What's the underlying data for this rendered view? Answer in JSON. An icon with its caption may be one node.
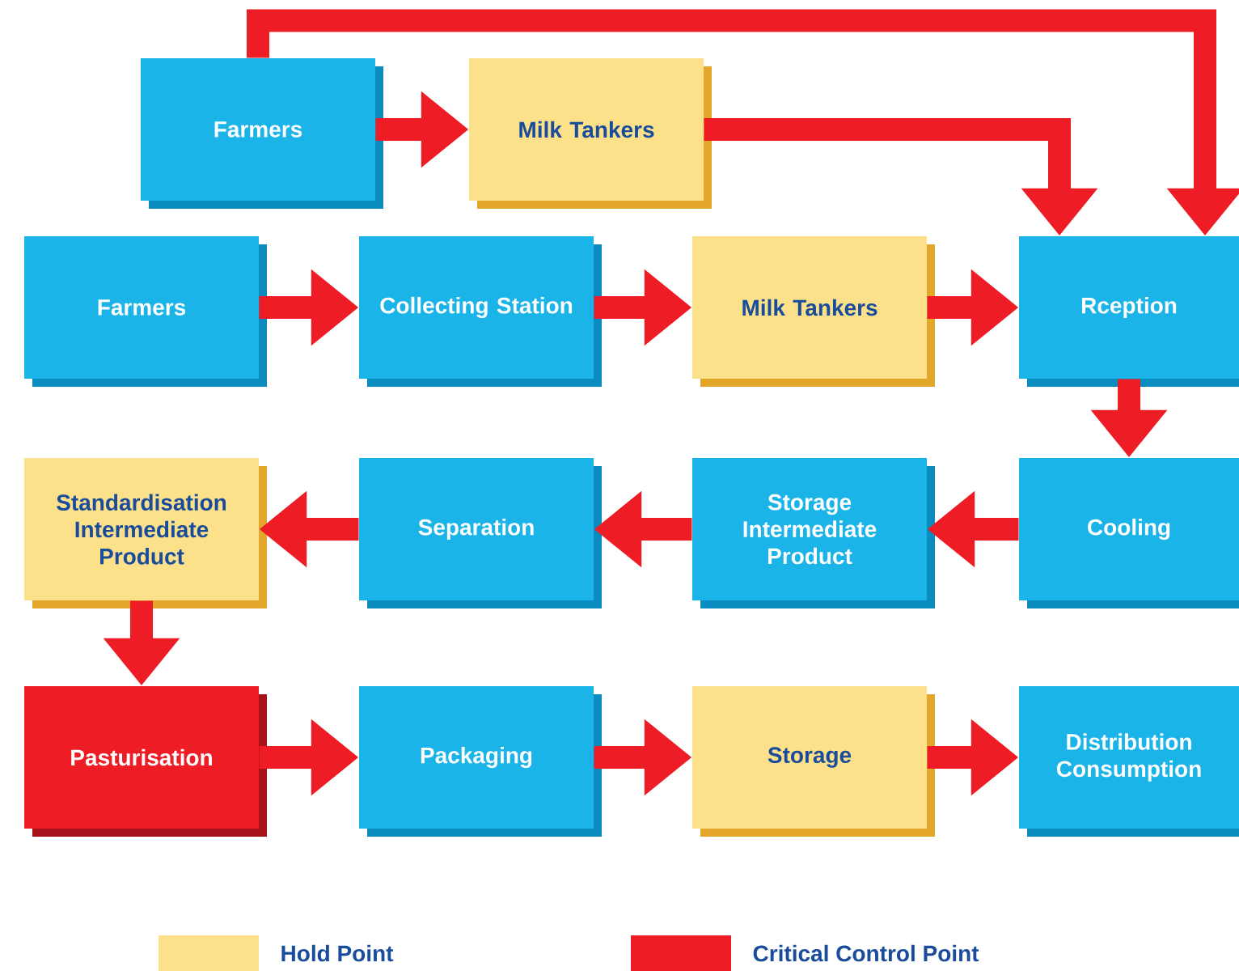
{
  "diagram": {
    "nodes": [
      {
        "text": [
          "Farmers"
        ]
      },
      {
        "text": [
          "Milk Tankers"
        ]
      },
      {
        "text": [
          "Farmers"
        ]
      },
      {
        "text": [
          "Collecting Station"
        ]
      },
      {
        "text": [
          "Milk Tankers"
        ]
      },
      {
        "text": [
          "Rception"
        ]
      },
      {
        "text": [
          "Standardisation Intermediate Product"
        ]
      },
      {
        "text": [
          "Separation"
        ]
      },
      {
        "text": [
          "Storage Intermediate Product"
        ]
      },
      {
        "text": [
          "Cooling"
        ]
      },
      {
        "text": [
          "Pasturisation"
        ]
      },
      {
        "text": [
          "Packaging"
        ]
      },
      {
        "text": [
          "Storage"
        ]
      },
      {
        "text": [
          "Distribution Consumption"
        ]
      }
    ],
    "edges": [
      {
        "from": 0,
        "to": 1,
        "arrow": "to"
      },
      {
        "from": 1,
        "to": 5,
        "arrow": "to"
      },
      {
        "from": 0,
        "to": 5,
        "arrow": "to"
      },
      {
        "from": 2,
        "to": 3,
        "arrow": "to"
      },
      {
        "from": 3,
        "to": 4,
        "arrow": "to"
      },
      {
        "from": 4,
        "to": 5,
        "arrow": "to"
      },
      {
        "from": 5,
        "to": 9,
        "arrow": "to"
      },
      {
        "from": 9,
        "to": 8,
        "arrow": "to"
      },
      {
        "from": 8,
        "to": 7,
        "arrow": "to"
      },
      {
        "from": 7,
        "to": 6,
        "arrow": "to"
      },
      {
        "from": 6,
        "to": 10,
        "arrow": "to"
      },
      {
        "from": 10,
        "to": 11,
        "arrow": "to"
      },
      {
        "from": 11,
        "to": 12,
        "arrow": "to"
      },
      {
        "from": 12,
        "to": 13,
        "arrow": "to"
      }
    ],
    "legend": [
      {
        "text": "Hold Point",
        "color": "#fde08a"
      },
      {
        "text": "Critical Control Point",
        "color": "#ee1c25"
      }
    ]
  }
}
